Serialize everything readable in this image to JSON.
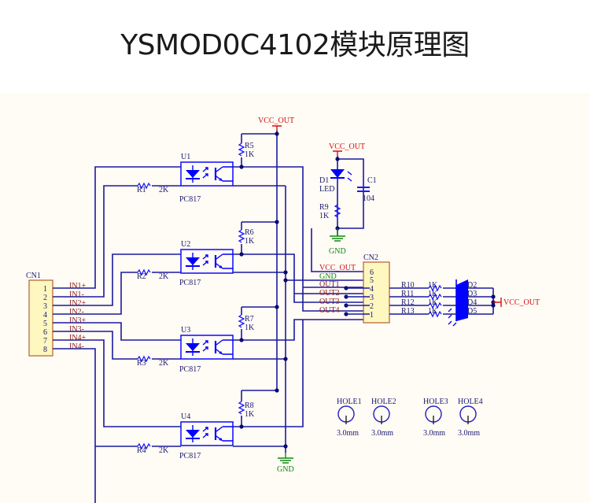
{
  "title": "YSMOD0C4102模块原理图",
  "schematic": {
    "power_labels": {
      "vcc": "VCC_OUT",
      "gnd": "GND"
    },
    "connectors": {
      "cn1": {
        "ref": "CN1",
        "pins": [
          "1",
          "2",
          "3",
          "4",
          "5",
          "6",
          "7",
          "8"
        ],
        "nets": [
          "IN1+",
          "IN1-",
          "IN2+",
          "IN2-",
          "IN3+",
          "IN3-",
          "IN4+",
          "IN4-"
        ]
      },
      "cn2": {
        "ref": "CN2",
        "pins": [
          "6",
          "5",
          "4",
          "3",
          "2",
          "1"
        ],
        "nets": [
          "VCC_OUT",
          "GND",
          "OUT1",
          "OUT2",
          "OUT3",
          "OUT4"
        ]
      }
    },
    "optocouplers": [
      {
        "ref": "U1",
        "part": "PC817",
        "in_res": "R1",
        "in_val": "2K",
        "pull_res": "R5",
        "pull_val": "1K"
      },
      {
        "ref": "U2",
        "part": "PC817",
        "in_res": "R2",
        "in_val": "2K",
        "pull_res": "R6",
        "pull_val": "1K"
      },
      {
        "ref": "U3",
        "part": "PC817",
        "in_res": "R3",
        "in_val": "2K",
        "pull_res": "R7",
        "pull_val": "1K"
      },
      {
        "ref": "U4",
        "part": "PC817",
        "in_res": "R4",
        "in_val": "2K",
        "pull_res": "R8",
        "pull_val": "1K"
      }
    ],
    "power_led": {
      "ref": "D1",
      "type": "LED",
      "res": "R9",
      "res_val": "1K",
      "cap": "C1",
      "cap_val": "104"
    },
    "output_leds": [
      {
        "res": "R10",
        "res_val": "1K",
        "led": "D2"
      },
      {
        "res": "R11",
        "res_val": "1K",
        "led": "D3"
      },
      {
        "res": "R12",
        "res_val": "1K",
        "led": "D4"
      },
      {
        "res": "R13",
        "res_val": "1K",
        "led": "D5"
      }
    ],
    "holes": [
      {
        "ref": "HOLE1",
        "size": "3.0mm"
      },
      {
        "ref": "HOLE2",
        "size": "3.0mm"
      },
      {
        "ref": "HOLE3",
        "size": "3.0mm"
      },
      {
        "ref": "HOLE4",
        "size": "3.0mm"
      }
    ]
  }
}
